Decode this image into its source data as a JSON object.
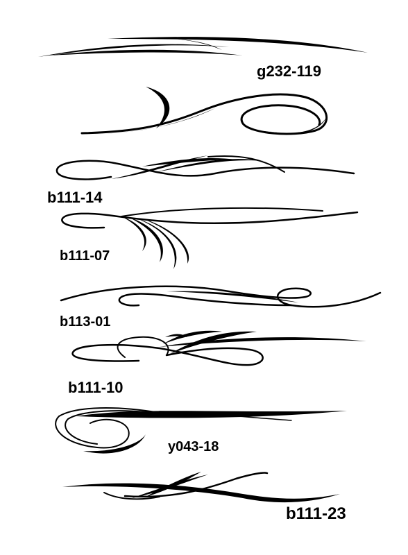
{
  "colors": {
    "background": "#ffffff",
    "ink": "#000000"
  },
  "designs": [
    {
      "code": "g232-119",
      "icon": "pinstripe-flourish-icon"
    },
    {
      "code": "",
      "icon": "pinstripe-flourish-icon"
    },
    {
      "code": "b111-14",
      "icon": "pinstripe-flourish-icon"
    },
    {
      "code": "b111-07",
      "icon": "pinstripe-flourish-icon"
    },
    {
      "code": "b113-01",
      "icon": "pinstripe-flourish-icon"
    },
    {
      "code": "b111-10",
      "icon": "pinstripe-flourish-icon"
    },
    {
      "code": "y043-18",
      "icon": "pinstripe-flourish-icon"
    },
    {
      "code": "b111-23",
      "icon": "pinstripe-flourish-icon"
    }
  ]
}
